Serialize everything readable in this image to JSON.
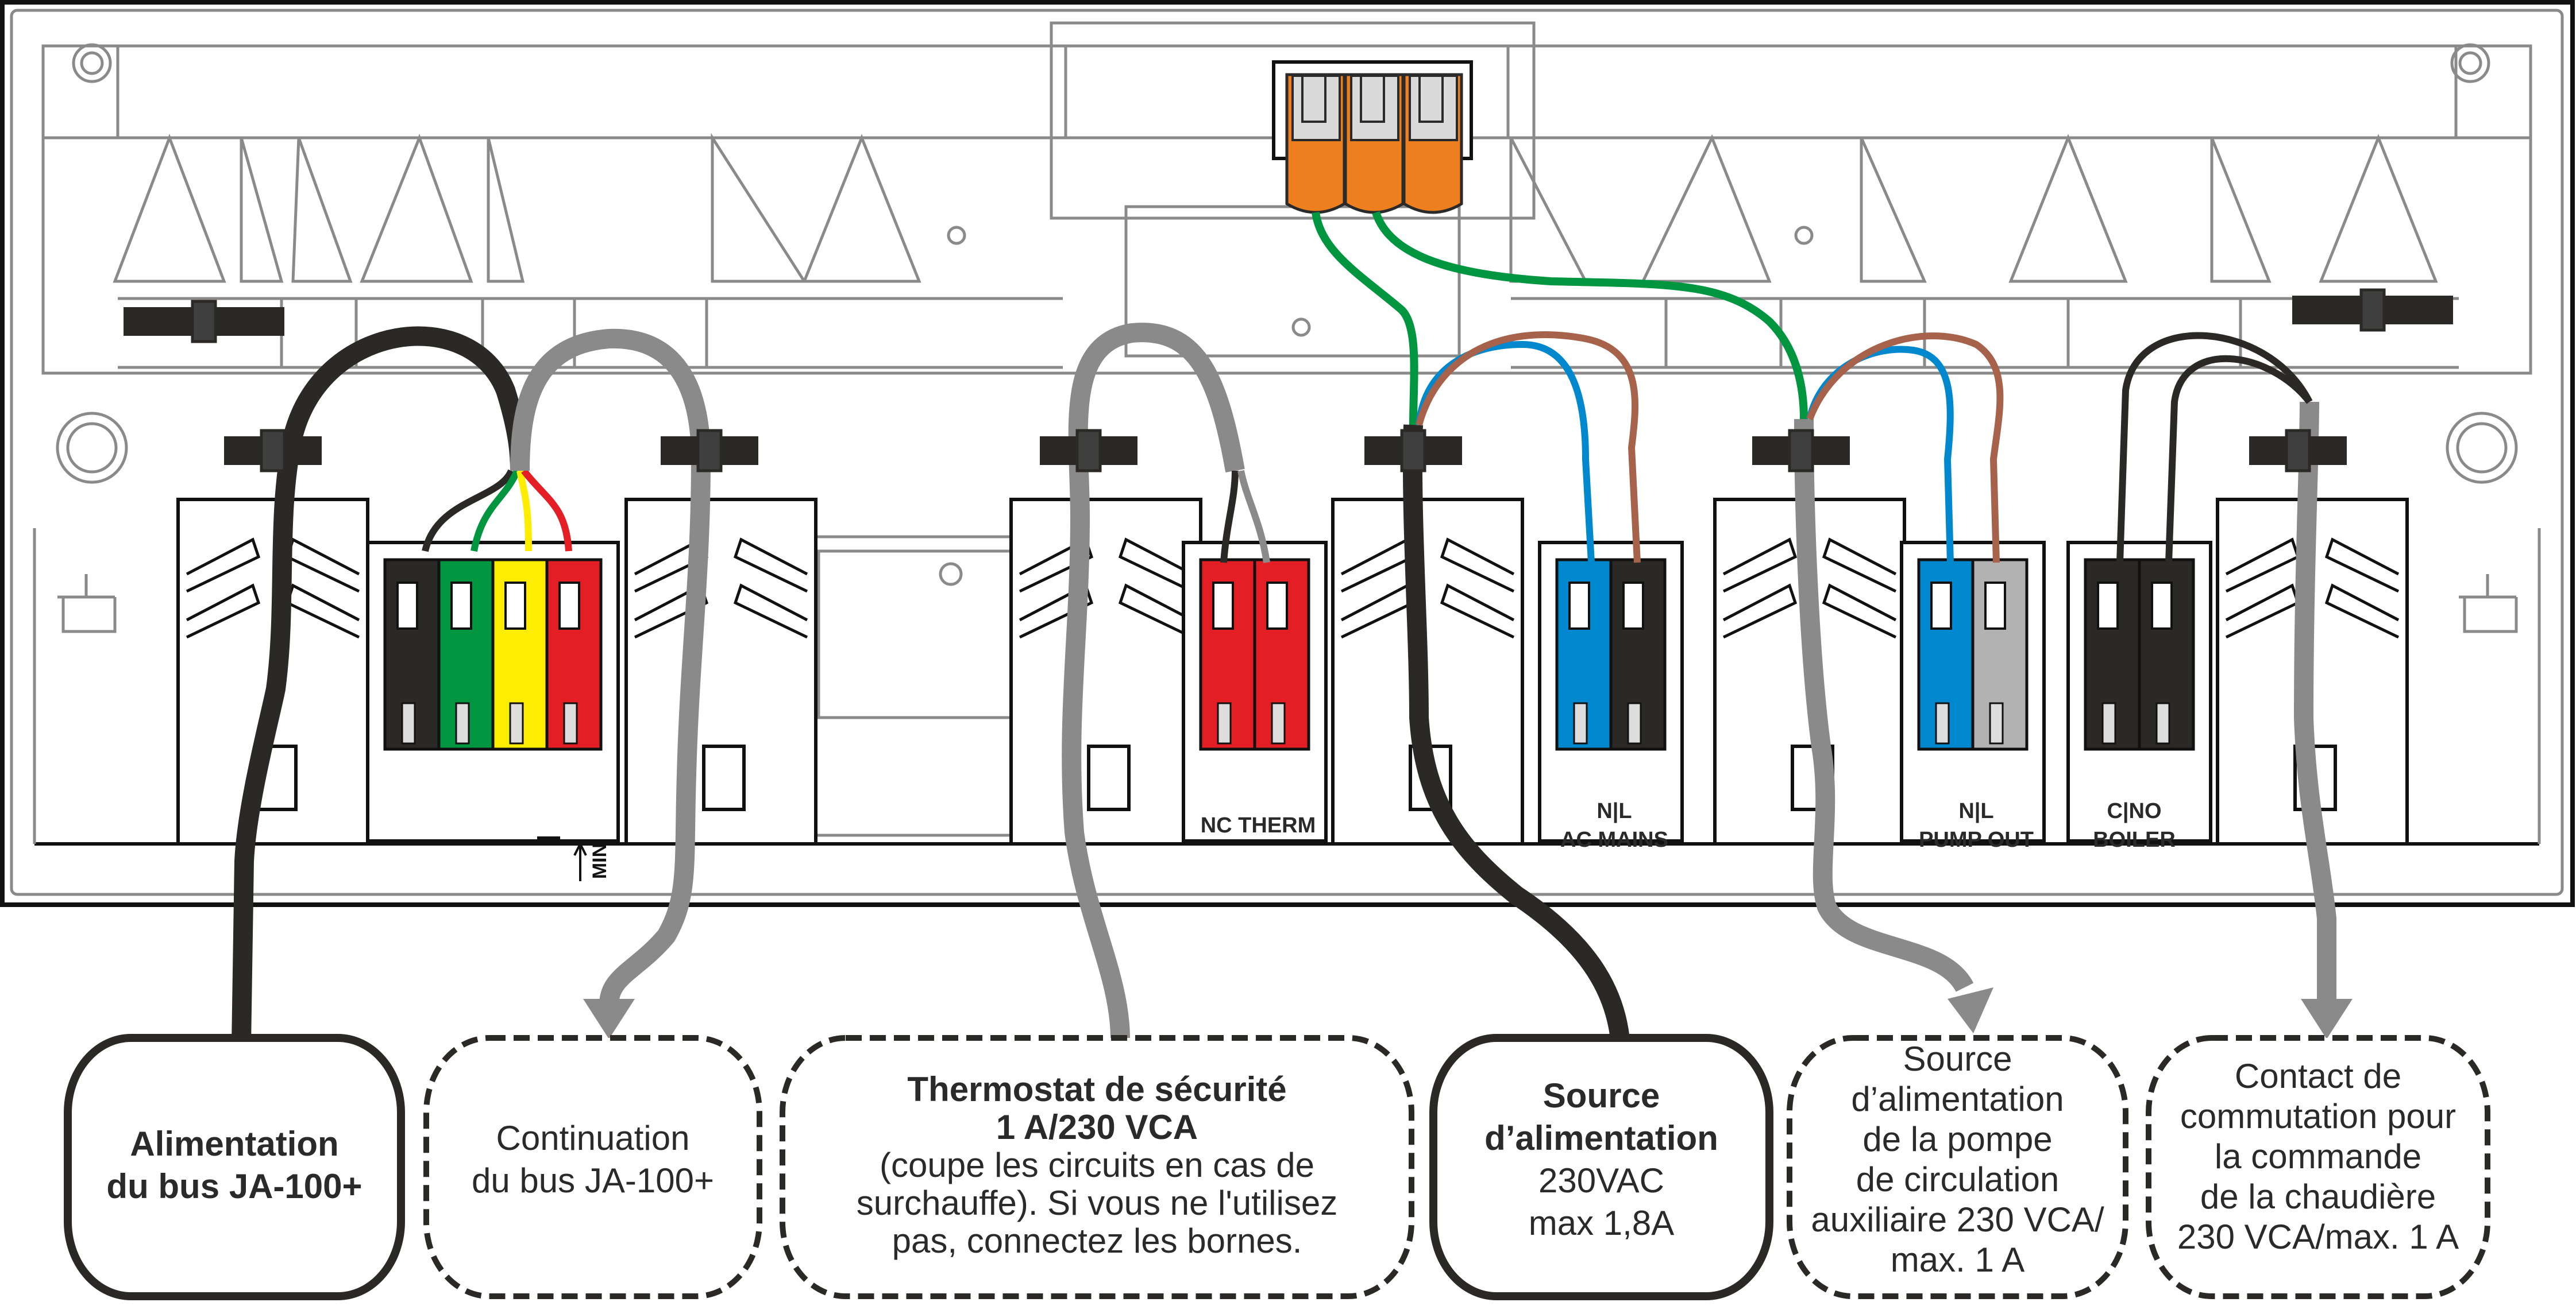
{
  "diagram": {
    "title": "Câblage du module de commande",
    "colors": {
      "black_wire": "#2a2926",
      "grey_wire": "#8a8a8a",
      "green_wire": "#009640",
      "yellow_wire": "#ffed00",
      "red_wire": "#e31e24",
      "blue_wire": "#0088cf",
      "brown_wire": "#a6624a",
      "orange_connector": "#ee7f1e",
      "light_grey": "#b2b2b2"
    },
    "terminals": [
      {
        "id": "bus",
        "label_lines": [],
        "pins": [
          "black",
          "green",
          "yellow",
          "red"
        ]
      },
      {
        "id": "nc-therm",
        "label_lines": [
          "NC THERM"
        ],
        "pins": [
          "red",
          "red"
        ]
      },
      {
        "id": "ac-mains",
        "label_lines": [
          "N|L",
          "AC MAINS"
        ],
        "pins": [
          "blue",
          "black"
        ]
      },
      {
        "id": "pump-out",
        "label_lines": [
          "N|L",
          "PUMP OUT"
        ],
        "pins": [
          "blue",
          "grey"
        ]
      },
      {
        "id": "boiler",
        "label_lines": [
          "C|NO",
          "BOILER"
        ],
        "pins": [
          "black",
          "black"
        ]
      }
    ],
    "min_marker": "MIN",
    "callouts": [
      {
        "id": "bus-power",
        "style": "solid",
        "lines": [
          {
            "text": "Alimentation",
            "bold": true
          },
          {
            "text": "du bus JA-100+",
            "bold": true
          }
        ]
      },
      {
        "id": "bus-continuation",
        "style": "dashed",
        "lines": [
          {
            "text": "Continuation",
            "bold": false
          },
          {
            "text": "du bus JA-100+",
            "bold": false
          }
        ]
      },
      {
        "id": "safety-thermostat",
        "style": "dashed",
        "lines": [
          {
            "text": "Thermostat de sécurité",
            "bold": true
          },
          {
            "text": "1 A/230 VCA",
            "bold": true
          },
          {
            "text": "(coupe les circuits en cas de",
            "bold": false
          },
          {
            "text": "surchauffe). Si vous ne l'utilisez",
            "bold": false
          },
          {
            "text": "pas, connectez les bornes.",
            "bold": false
          }
        ]
      },
      {
        "id": "power-source",
        "style": "solid",
        "lines": [
          {
            "text": "Source",
            "bold": true
          },
          {
            "text": "d’alimentation",
            "bold": true
          },
          {
            "text": "230VAC",
            "bold": false
          },
          {
            "text": "max 1,8A",
            "bold": false
          }
        ]
      },
      {
        "id": "pump-power",
        "style": "dashed",
        "lines": [
          {
            "text": "Source",
            "bold": false
          },
          {
            "text": "d’alimentation",
            "bold": false
          },
          {
            "text": "de la pompe",
            "bold": false
          },
          {
            "text": "de circulation",
            "bold": false
          },
          {
            "text": "auxiliaire 230 VCA/",
            "bold": false
          },
          {
            "text": "max. 1 A",
            "bold": false
          }
        ]
      },
      {
        "id": "boiler-contact",
        "style": "dashed",
        "lines": [
          {
            "text": "Contact de",
            "bold": false
          },
          {
            "text": "commutation pour",
            "bold": false
          },
          {
            "text": "la commande",
            "bold": false
          },
          {
            "text": "de la chaudière",
            "bold": false
          },
          {
            "text": "230 VCA/max. 1 A",
            "bold": false
          }
        ]
      }
    ]
  }
}
